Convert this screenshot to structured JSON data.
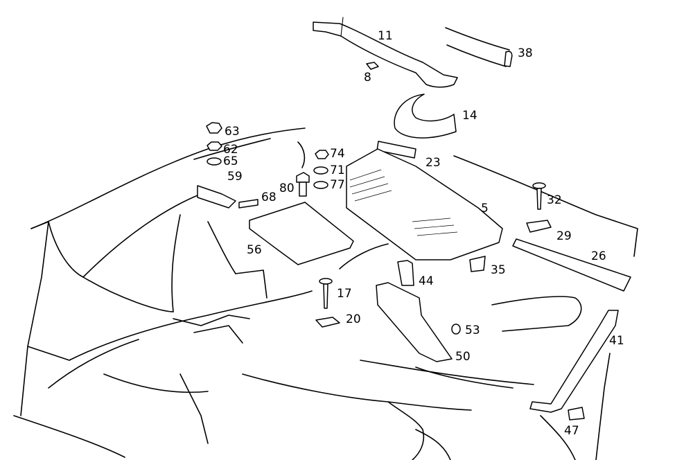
{
  "diagram": {
    "type": "exploded-parts-diagram",
    "subject": "vehicle cowl / engine bay trim assembly",
    "line_color": "#000000",
    "background": "#ffffff",
    "callouts": [
      {
        "id": "11",
        "label": "11"
      },
      {
        "id": "38",
        "label": "38"
      },
      {
        "id": "8",
        "label": "8"
      },
      {
        "id": "14",
        "label": "14"
      },
      {
        "id": "63",
        "label": "63"
      },
      {
        "id": "62",
        "label": "62"
      },
      {
        "id": "65",
        "label": "65"
      },
      {
        "id": "59",
        "label": "59"
      },
      {
        "id": "74",
        "label": "74"
      },
      {
        "id": "71",
        "label": "71"
      },
      {
        "id": "77",
        "label": "77"
      },
      {
        "id": "80",
        "label": "80"
      },
      {
        "id": "68",
        "label": "68"
      },
      {
        "id": "23",
        "label": "23"
      },
      {
        "id": "32",
        "label": "32"
      },
      {
        "id": "5",
        "label": "5"
      },
      {
        "id": "29",
        "label": "29"
      },
      {
        "id": "26",
        "label": "26"
      },
      {
        "id": "56",
        "label": "56"
      },
      {
        "id": "35",
        "label": "35"
      },
      {
        "id": "44",
        "label": "44"
      },
      {
        "id": "17",
        "label": "17"
      },
      {
        "id": "20",
        "label": "20"
      },
      {
        "id": "53",
        "label": "53"
      },
      {
        "id": "50",
        "label": "50"
      },
      {
        "id": "41",
        "label": "41"
      },
      {
        "id": "47",
        "label": "47"
      }
    ]
  }
}
